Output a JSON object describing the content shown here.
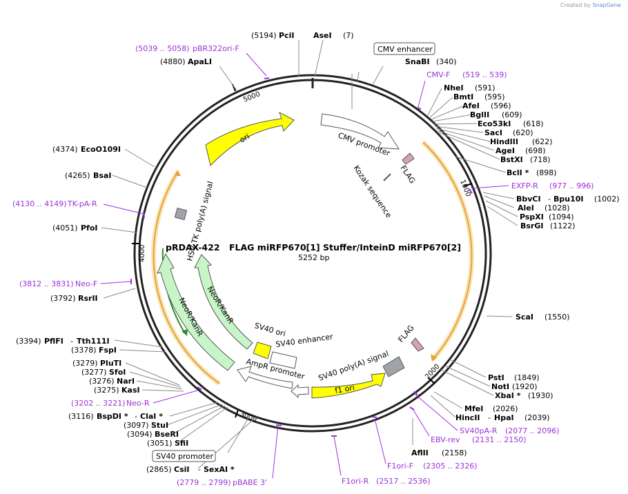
{
  "credit": {
    "created_by": "Created by",
    "brand": "SnapGene"
  },
  "plasmid": {
    "name": "pRDAX-422",
    "title": "FLAG miRFP670[1] Stuffer/InteinD miRFP670[2]",
    "size_label": "5252 bp"
  },
  "ring_ticks": [
    "1000",
    "2000",
    "3000",
    "4000",
    "5000"
  ],
  "sites": [
    {
      "name": "PciI",
      "pos": "(5194)"
    },
    {
      "name": "AseI",
      "pos": "(7)"
    },
    {
      "name": "ApaLI",
      "pos": "(4880)"
    },
    {
      "name": "SnaBI",
      "pos": "(340)"
    },
    {
      "name": "NheI",
      "pos": "(591)"
    },
    {
      "name": "BmtI",
      "pos": "(595)"
    },
    {
      "name": "AfeI",
      "pos": "(596)"
    },
    {
      "name": "BglII",
      "pos": "(609)"
    },
    {
      "name": "Eco53kI",
      "pos": "(618)"
    },
    {
      "name": "SacI",
      "pos": "(620)"
    },
    {
      "name": "HindIII",
      "pos": "(622)"
    },
    {
      "name": "AgeI",
      "pos": "(698)"
    },
    {
      "name": "BstXI",
      "pos": "(718)"
    },
    {
      "name": "BclI *",
      "pos": "(898)"
    },
    {
      "name": "EcoO109I",
      "pos": "(4374)"
    },
    {
      "name": "BsaI",
      "pos": "(4265)"
    },
    {
      "name": "PfoI",
      "pos": "(4051)"
    },
    {
      "name": "BbvCI",
      "pos": ""
    },
    {
      "name": "Bpu10I",
      "pos": "(1002)"
    },
    {
      "name": "AleI",
      "pos": "(1028)"
    },
    {
      "name": "PspXI",
      "pos": "(1094)"
    },
    {
      "name": "BsrGI",
      "pos": "(1122)"
    },
    {
      "name": "RsrII",
      "pos": "(3792)"
    },
    {
      "name": "ScaI",
      "pos": "(1550)"
    },
    {
      "name": "PflFI",
      "pos": "(3394)"
    },
    {
      "name": "Tth111I",
      "pos": ""
    },
    {
      "name": "FspI",
      "pos": "(3378)"
    },
    {
      "name": "PluTI",
      "pos": "(3279)"
    },
    {
      "name": "SfoI",
      "pos": "(3277)"
    },
    {
      "name": "NarI",
      "pos": "(3276)"
    },
    {
      "name": "KasI",
      "pos": "(3275)"
    },
    {
      "name": "PstI",
      "pos": "(1849)"
    },
    {
      "name": "NotI",
      "pos": "(1920)"
    },
    {
      "name": "XbaI *",
      "pos": "(1930)"
    },
    {
      "name": "BspDI *",
      "pos": "(3116)"
    },
    {
      "name": "ClaI *",
      "pos": ""
    },
    {
      "name": "StuI",
      "pos": "(3097)"
    },
    {
      "name": "BseRI",
      "pos": "(3094)"
    },
    {
      "name": "SfiI",
      "pos": "(3051)"
    },
    {
      "name": "MfeI",
      "pos": "(2026)"
    },
    {
      "name": "HincII",
      "pos": ""
    },
    {
      "name": "HpaI",
      "pos": "(2039)"
    },
    {
      "name": "AflII",
      "pos": "(2158)"
    },
    {
      "name": "CsiI",
      "pos": "(2865)"
    },
    {
      "name": "SexAI *",
      "pos": ""
    }
  ],
  "primers": [
    {
      "range": "(5039 .. 5058)",
      "name": "pBR322ori-F"
    },
    {
      "range": "(519 .. 539)",
      "name": "CMV-F"
    },
    {
      "range": "(977 .. 996)",
      "name": "EXFP-R"
    },
    {
      "range": "(4130 .. 4149)",
      "name": "TK-pA-R"
    },
    {
      "range": "(3812 .. 3831)",
      "name": "Neo-F"
    },
    {
      "range": "(3202 .. 3221)",
      "name": "Neo-R"
    },
    {
      "range": "(2077 .. 2096)",
      "name": "SV40pA-R"
    },
    {
      "range": "(2131 .. 2150)",
      "name": "EBV-rev"
    },
    {
      "range": "(2305 .. 2326)",
      "name": "F1ori-F"
    },
    {
      "range": "(2517 .. 2536)",
      "name": "F1ori-R"
    },
    {
      "range": "(2779 .. 2799)",
      "name": "pBABE 3'"
    }
  ],
  "boxed_features": {
    "cmv_enhancer": "CMV enhancer",
    "sv40_promoter": "SV40 promoter"
  },
  "features": {
    "ori": "ori",
    "cmv_promoter": "CMV promoter",
    "flag1": "FLAG",
    "kozak": "Kozak sequence",
    "hsv_tk": "HSV TK poly(A) signal",
    "neor1": "NeoR/KanR",
    "neor2": "NeoR/KanR",
    "sv40_ori": "SV40 ori",
    "sv40_enh": "SV40 enhancer",
    "ampr_prom": "AmpR promoter",
    "sv40_polya": "SV40 poly(A) signal",
    "flag2": "FLAG",
    "f1ori": "f1 ori"
  },
  "colors": {
    "backbone": "#222222",
    "primer": "#9b30d9",
    "ori_fill": "#ffff00",
    "neor_fill": "#c8f5c8",
    "neor_orf": "#2d8a2d",
    "orf_arc": "#e4a33a",
    "orf_glow": "#fbe3b3",
    "flag_fill": "#d8a0b8",
    "misc_gray": "#a0a4a8",
    "promoter_fill": "#ffffff"
  }
}
